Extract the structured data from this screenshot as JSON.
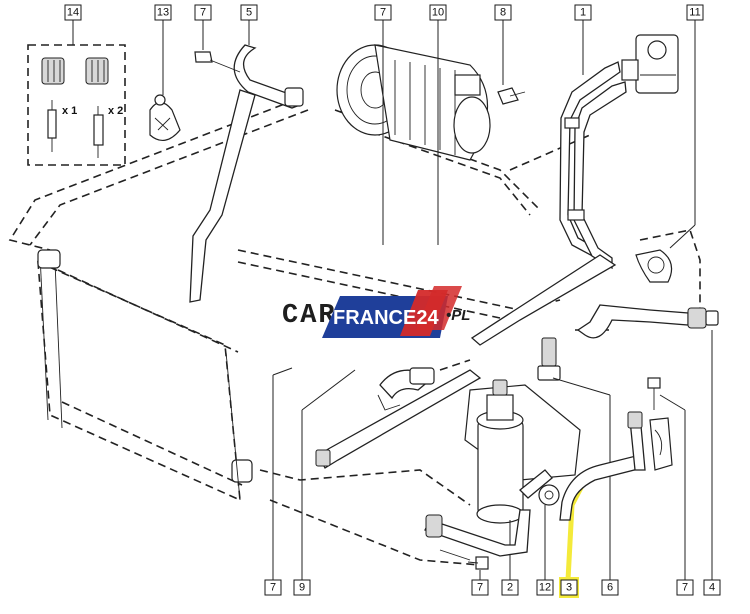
{
  "labels": {
    "l14": "14",
    "l13": "13",
    "l7a": "7",
    "l5": "5",
    "l7b": "7",
    "l10": "10",
    "l8": "8",
    "l1": "1",
    "l11": "11",
    "b7a": "7",
    "b9": "9",
    "b7b": "7",
    "b2": "2",
    "b12": "12",
    "b3": "3",
    "b6": "6",
    "b7c": "7",
    "b4": "4"
  },
  "multipliers": {
    "m1": "x 1",
    "m2": "x 2"
  },
  "watermark": {
    "car": "CAR",
    "france": "FRANCE24",
    "pl": "•PL"
  },
  "colors": {
    "highlight": "#f4ea3a",
    "brand_blue": "#1f3f9a",
    "brand_red": "#d42a2a"
  }
}
